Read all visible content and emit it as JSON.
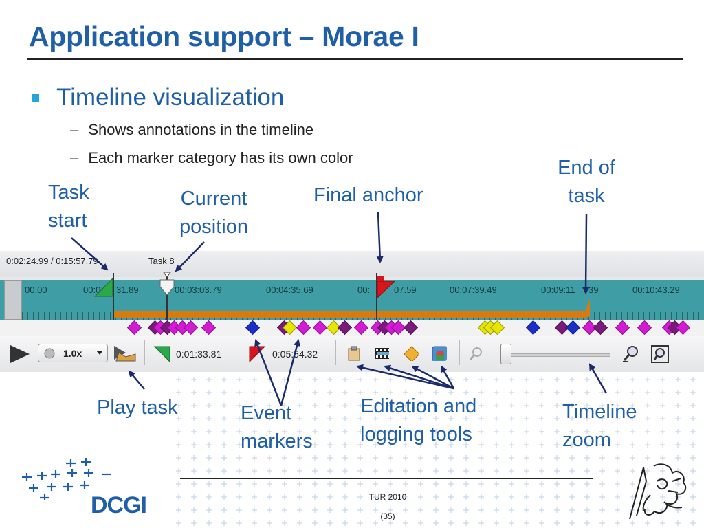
{
  "slide": {
    "title": "Application support – Morae I",
    "bullet": "Timeline visualization",
    "subbullets": [
      "Shows annotations in the timeline",
      "Each marker category has its own color"
    ]
  },
  "annotations": {
    "task_start": [
      "Task",
      "start"
    ],
    "current_position": [
      "Current",
      "position"
    ],
    "final_anchor": "Final anchor",
    "end_of_task": [
      "End of",
      "task"
    ],
    "play_task": "Play task",
    "event_markers": [
      "Event",
      "markers"
    ],
    "editation_tools": [
      "Editation and",
      "logging tools"
    ],
    "timeline_zoom": [
      "Timeline",
      "zoom"
    ]
  },
  "timeline": {
    "current_time": "0:02:24.99 / 0:15:57.79",
    "task_label": "Task 8",
    "ticks": [
      "00.00",
      "00:0",
      "31.89",
      "00:03:03.79",
      "00:04:35.69",
      "00:",
      "07.59",
      "00:07:39.49",
      "00:09:11",
      "39",
      "00:10:43.29"
    ],
    "speed": "1.0x",
    "start_time": "0:01:33.81",
    "end_time": "0:05:54.32"
  },
  "colors": {
    "title_blue": "#1f5fa8",
    "bullet_cyan": "#22a6d8",
    "track_teal": "#3f9ea5",
    "task_orange": "#d77a10",
    "marker_magenta": "#d31bd3",
    "marker_purple": "#7a1a7a",
    "marker_blue": "#1a2fc8",
    "marker_yellow": "#e6e600",
    "anchor_red": "#d8141c",
    "start_green": "#2aa84a"
  },
  "icons": [
    "play-icon",
    "speed-icon",
    "play-task-icon",
    "start-flag-icon",
    "end-flag-icon",
    "clipboard-icon",
    "film-icon",
    "diamond-icon",
    "snapshot-icon",
    "zoom-out-icon",
    "zoom-slider-icon",
    "zoom-in-icon",
    "zoom-fit-icon"
  ],
  "footer": {
    "center": "TUR 2010",
    "page": "(35)",
    "logo": "DCGI"
  }
}
